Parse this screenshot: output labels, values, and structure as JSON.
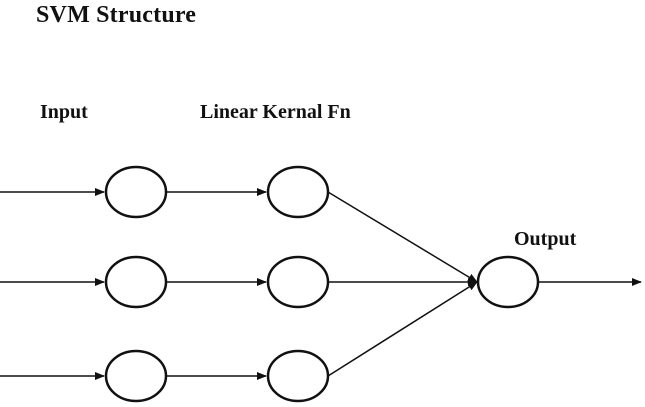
{
  "title": "SVM Structure",
  "labels": {
    "input": "Input",
    "kernel": "Linear Kernal Fn",
    "output": "Output"
  },
  "colors": {
    "stroke": "#111111",
    "background": "#ffffff"
  }
}
